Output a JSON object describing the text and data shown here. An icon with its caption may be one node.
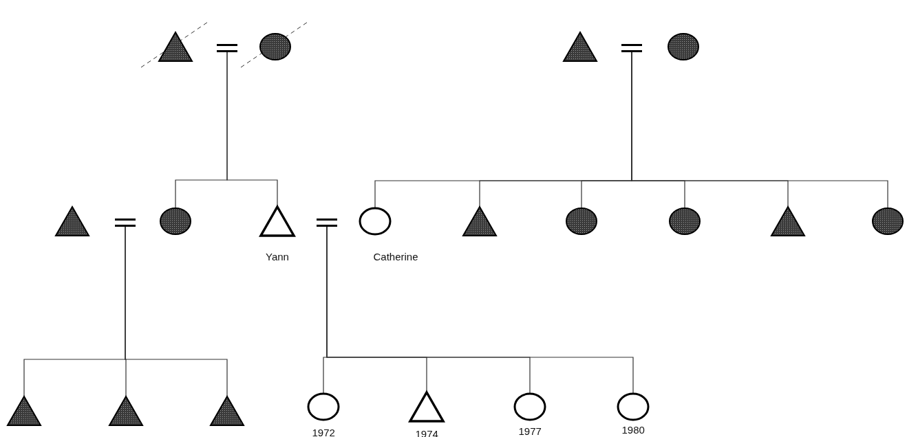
{
  "diagram": {
    "nodes": [
      {
        "text": [],
        "shape": "triangle"
      },
      {
        "text": [],
        "shape": "equals"
      },
      {
        "text": [],
        "shape": "circle"
      },
      {
        "text": [],
        "shape": "triangle"
      },
      {
        "text": [],
        "shape": "equals"
      },
      {
        "text": [],
        "shape": "circle"
      },
      {
        "text": [],
        "shape": "triangle"
      },
      {
        "text": [],
        "shape": "equals"
      },
      {
        "text": [],
        "shape": "circle"
      },
      {
        "text": [],
        "shape": "triangle",
        "beside": [
          "Yann"
        ]
      },
      {
        "text": [],
        "shape": "equals"
      },
      {
        "text": [],
        "shape": "circle",
        "beside": [
          "Catherine"
        ]
      },
      {
        "text": [],
        "shape": "triangle"
      },
      {
        "text": [],
        "shape": "circle"
      },
      {
        "text": [],
        "shape": "circle"
      },
      {
        "text": [],
        "shape": "triangle"
      },
      {
        "text": [],
        "shape": "circle"
      },
      {
        "text": [],
        "shape": "triangle"
      },
      {
        "text": [],
        "shape": "triangle"
      },
      {
        "text": [],
        "shape": "triangle"
      },
      {
        "text": [],
        "shape": "circle",
        "beside": [
          "1972"
        ]
      },
      {
        "text": [],
        "shape": "triangle",
        "beside": [
          "1974"
        ]
      },
      {
        "text": [],
        "shape": "circle",
        "beside": [
          "1977"
        ]
      },
      {
        "text": [],
        "shape": "circle",
        "beside": [
          "1980"
        ]
      }
    ],
    "edges": [
      {
        "from": 1,
        "to": 8,
        "arrow": "none"
      },
      {
        "from": 1,
        "to": 9,
        "arrow": "none"
      },
      {
        "from": 4,
        "to": 11,
        "arrow": "none"
      },
      {
        "from": 4,
        "to": 12,
        "arrow": "none"
      },
      {
        "from": 4,
        "to": 13,
        "arrow": "none"
      },
      {
        "from": 4,
        "to": 14,
        "arrow": "none"
      },
      {
        "from": 4,
        "to": 15,
        "arrow": "none"
      },
      {
        "from": 4,
        "to": 16,
        "arrow": "none"
      },
      {
        "from": 7,
        "to": 17,
        "arrow": "none"
      },
      {
        "from": 7,
        "to": 18,
        "arrow": "none"
      },
      {
        "from": 7,
        "to": 19,
        "arrow": "none"
      },
      {
        "from": 10,
        "to": 20,
        "arrow": "none"
      },
      {
        "from": 10,
        "to": 21,
        "arrow": "none"
      },
      {
        "from": 10,
        "to": 22,
        "arrow": "none"
      },
      {
        "from": 10,
        "to": 23,
        "arrow": "none"
      }
    ]
  }
}
